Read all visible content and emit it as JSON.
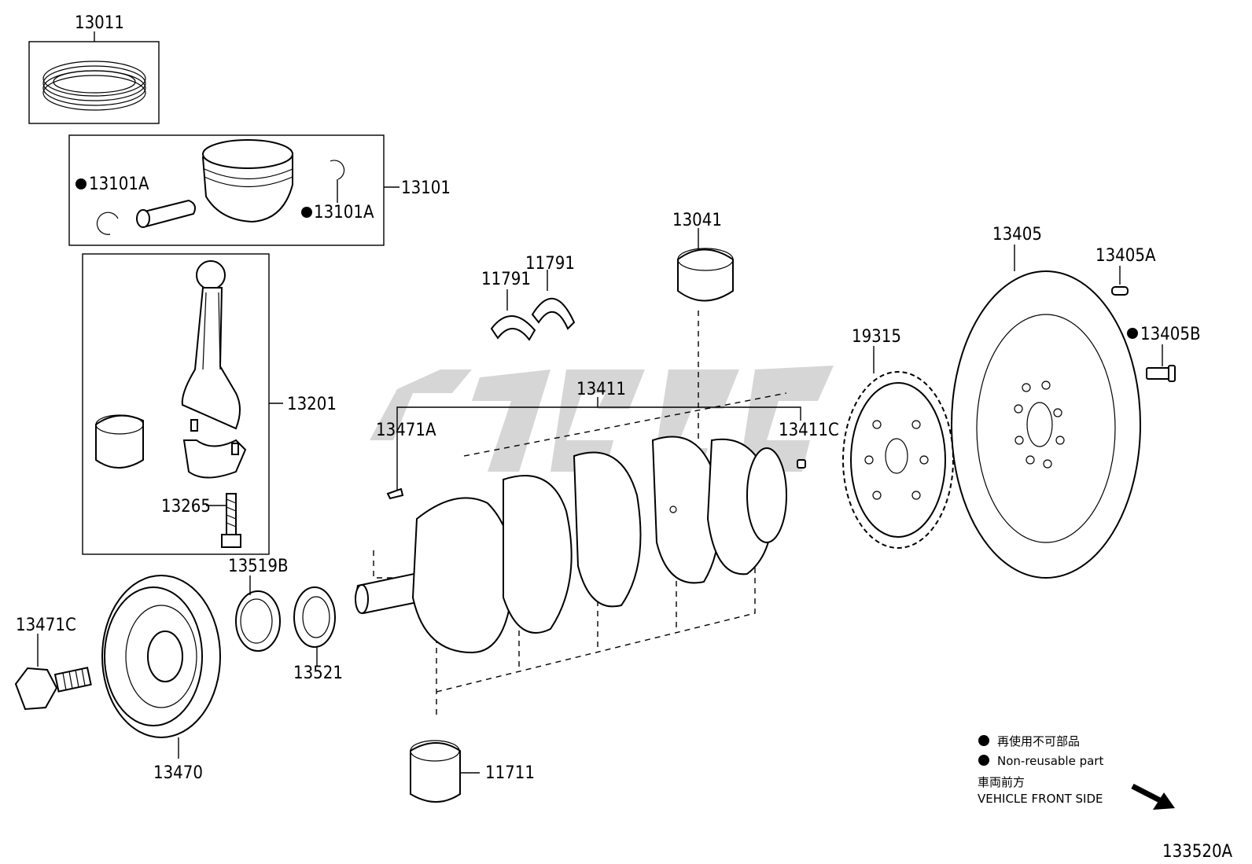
{
  "labels": {
    "p13011": "13011",
    "p13101": "13101",
    "p13101A_left": "13101A",
    "p13101A_right": "13101A",
    "p13201": "13201",
    "p13265": "13265",
    "p13519B": "13519B",
    "p13521": "13521",
    "p13471C": "13471C",
    "p13470": "13470",
    "p11791_a": "11791",
    "p11791_b": "11791",
    "p13041": "13041",
    "p13411": "13411",
    "p13471A": "13471A",
    "p13411C": "13411C",
    "p11711": "11711",
    "p19315": "19315",
    "p13405": "13405",
    "p13405A": "13405A",
    "p13405B": "13405B"
  },
  "legend": {
    "non_reusable_jp": "再使用不可部品",
    "non_reusable_en": "Non-reusable part",
    "front_jp": "車両前方",
    "front_en": "VEHICLE FRONT SIDE"
  },
  "diagram_id": "133520A"
}
